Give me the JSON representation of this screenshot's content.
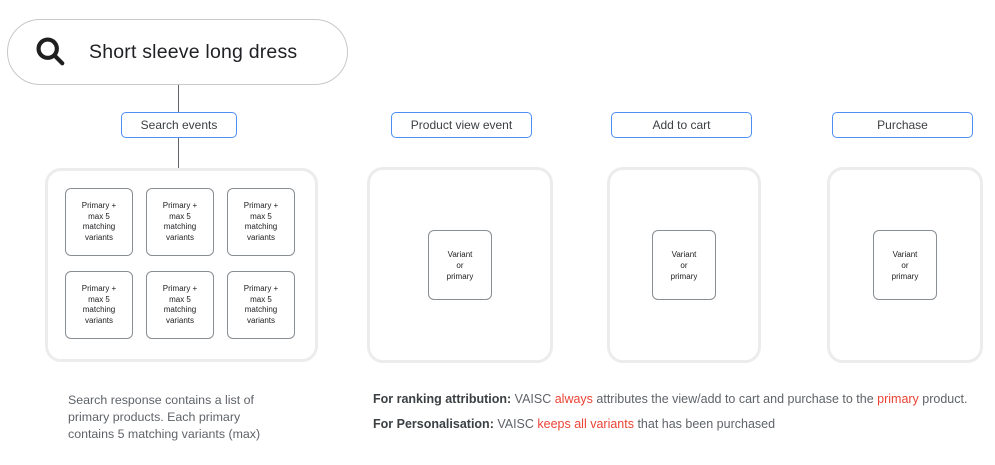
{
  "search_bar": {
    "query": "Short sleeve long dress",
    "icon": "search-icon"
  },
  "event_labels": [
    {
      "label": "Search events"
    },
    {
      "label": "Product view event"
    },
    {
      "label": "Add to cart"
    },
    {
      "label": "Purchase"
    }
  ],
  "panels": {
    "search": {
      "box_label": "Primary +\nmax 5\nmatching\nvariants",
      "box_count": 6
    },
    "view": {
      "box_label": "Variant\nor\nprimary"
    },
    "cart": {
      "box_label": "Variant\nor\nprimary"
    },
    "purchase": {
      "box_label": "Variant\nor\nprimary"
    }
  },
  "captions": {
    "search_note": "Search response contains a list of\nprimary products. Each primary\ncontains 5 matching variants (max)",
    "ranking": [
      {
        "text": "For ranking attribution:",
        "style": "bold"
      },
      {
        "text": " VAISC ",
        "style": "normal"
      },
      {
        "text": "always",
        "style": "red"
      },
      {
        "text": " attributes the view/add to cart and purchase to the ",
        "style": "normal"
      },
      {
        "text": "primary",
        "style": "red"
      },
      {
        "text": " product.",
        "style": "normal"
      }
    ],
    "personalisation": [
      {
        "text": "For Personalisation:",
        "style": "bold"
      },
      {
        "text": " VAISC ",
        "style": "normal"
      },
      {
        "text": "keeps all variants",
        "style": "red"
      },
      {
        "text": " that has been purchased",
        "style": "normal"
      }
    ]
  },
  "colors": {
    "chip_border": "#4d8ff5",
    "panel_border": "#ececec",
    "inner_box_border": "#898e93",
    "connector": "#5f6368",
    "highlight_red": "#ea4335",
    "text_dark": "#202124",
    "text_gray": "#5f6368",
    "search_pill_border": "#c6c8ca"
  }
}
